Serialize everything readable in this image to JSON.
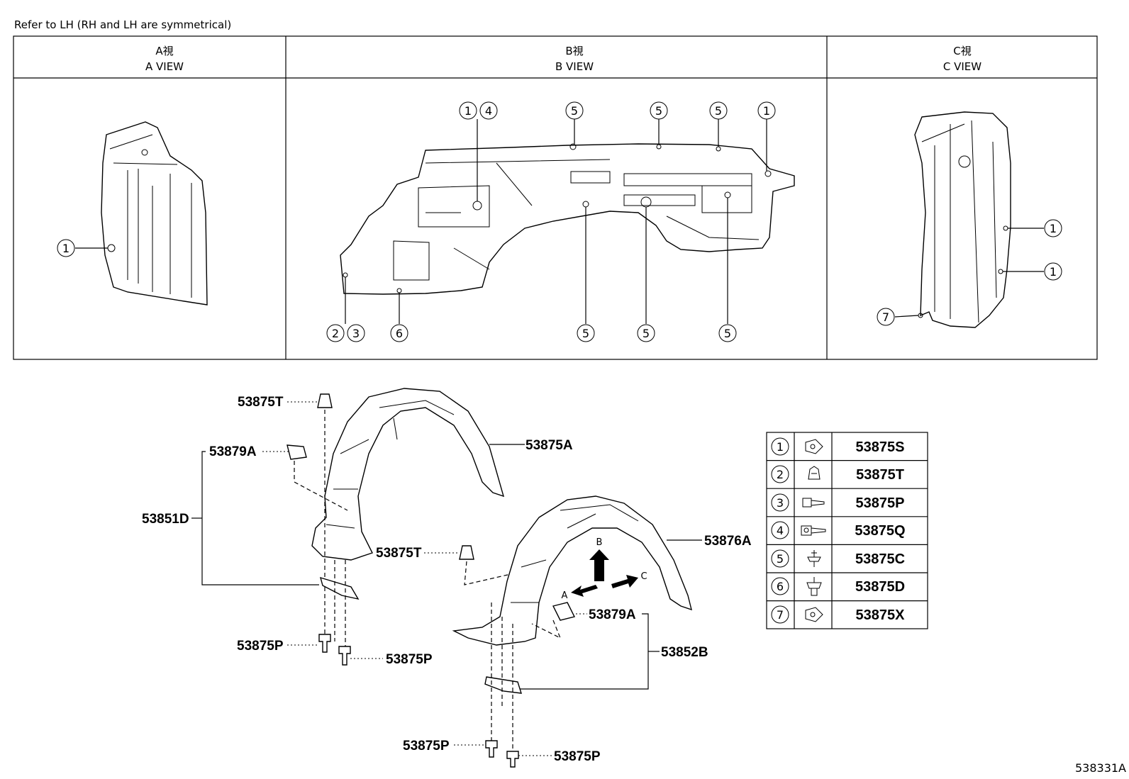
{
  "note": "Refer to LH (RH and LH are symmetrical)",
  "views": [
    {
      "jp": "A視",
      "en": "A VIEW"
    },
    {
      "jp": "B視",
      "en": "B VIEW"
    },
    {
      "jp": "C視",
      "en": "C VIEW"
    }
  ],
  "callouts": {
    "a": [
      "1"
    ],
    "b_top": [
      "1",
      "4",
      "5",
      "5",
      "5",
      "1"
    ],
    "b_bottom": [
      "2",
      "3",
      "6",
      "5",
      "5",
      "5"
    ],
    "c": [
      "1",
      "1",
      "7"
    ]
  },
  "parts": {
    "p53875T_top": "53875T",
    "p53879A_left": "53879A",
    "p53875A": "53875A",
    "p53851D": "53851D",
    "p53875T_mid": "53875T",
    "p53876A": "53876A",
    "p53879A_right": "53879A",
    "p53852B": "53852B",
    "p53875P_l1": "53875P",
    "p53875P_l2": "53875P",
    "p53875P_r1": "53875P",
    "p53875P_r2": "53875P"
  },
  "arrows": {
    "a": "A",
    "b": "B",
    "c": "C"
  },
  "legend": [
    {
      "num": "1",
      "part": "53875S",
      "icon": "clip-icon"
    },
    {
      "num": "2",
      "part": "53875T",
      "icon": "nut-clip-icon"
    },
    {
      "num": "3",
      "part": "53875P",
      "icon": "screw-icon"
    },
    {
      "num": "4",
      "part": "53875Q",
      "icon": "bolt-icon"
    },
    {
      "num": "5",
      "part": "53875C",
      "icon": "push-clip-icon"
    },
    {
      "num": "6",
      "part": "53875D",
      "icon": "fastener-icon"
    },
    {
      "num": "7",
      "part": "53875X",
      "icon": "clip-icon"
    }
  ],
  "doc_number": "538331A"
}
